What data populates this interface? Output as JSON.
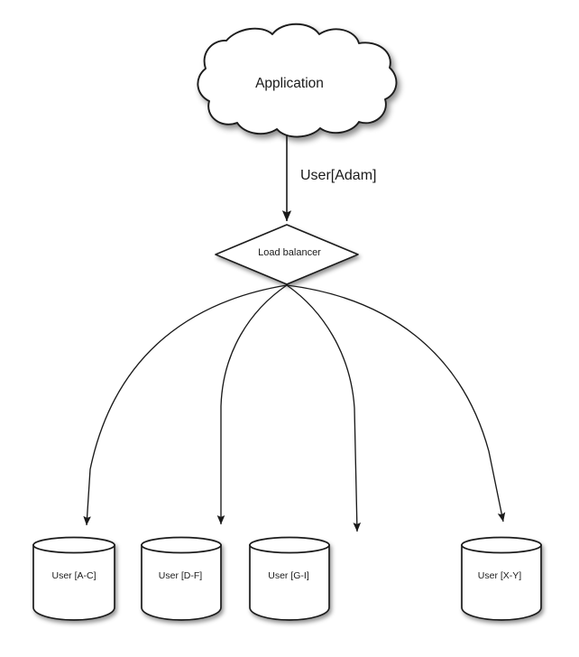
{
  "diagram": {
    "type": "architecture-flow",
    "background_color": "#ffffff",
    "stroke_color": "#1a1a1a",
    "fill_color": "#ffffff",
    "text_color": "#1a1a1a",
    "nodes": {
      "cloud": {
        "shape": "cloud",
        "label": "Application"
      },
      "load_balancer": {
        "shape": "diamond",
        "label": "Load balancer"
      },
      "databases": [
        {
          "shape": "cylinder",
          "label": "User [A-C]"
        },
        {
          "shape": "cylinder",
          "label": "User [D-F]"
        },
        {
          "shape": "cylinder",
          "label": "User [G-I]"
        },
        {
          "shape": "cylinder",
          "label": "User [X-Y]"
        }
      ]
    },
    "edges": [
      {
        "from": "cloud",
        "to": "load_balancer",
        "label": "User[Adam]",
        "style": "straight-arrow"
      },
      {
        "from": "load_balancer",
        "to": "database-0",
        "label": "",
        "style": "curved-arrow"
      },
      {
        "from": "load_balancer",
        "to": "database-1",
        "label": "",
        "style": "curved-arrow"
      },
      {
        "from": "load_balancer",
        "to": "database-2",
        "label": "",
        "style": "curved-arrow"
      },
      {
        "from": "load_balancer",
        "to": "database-3",
        "label": "",
        "style": "curved-arrow"
      }
    ]
  }
}
